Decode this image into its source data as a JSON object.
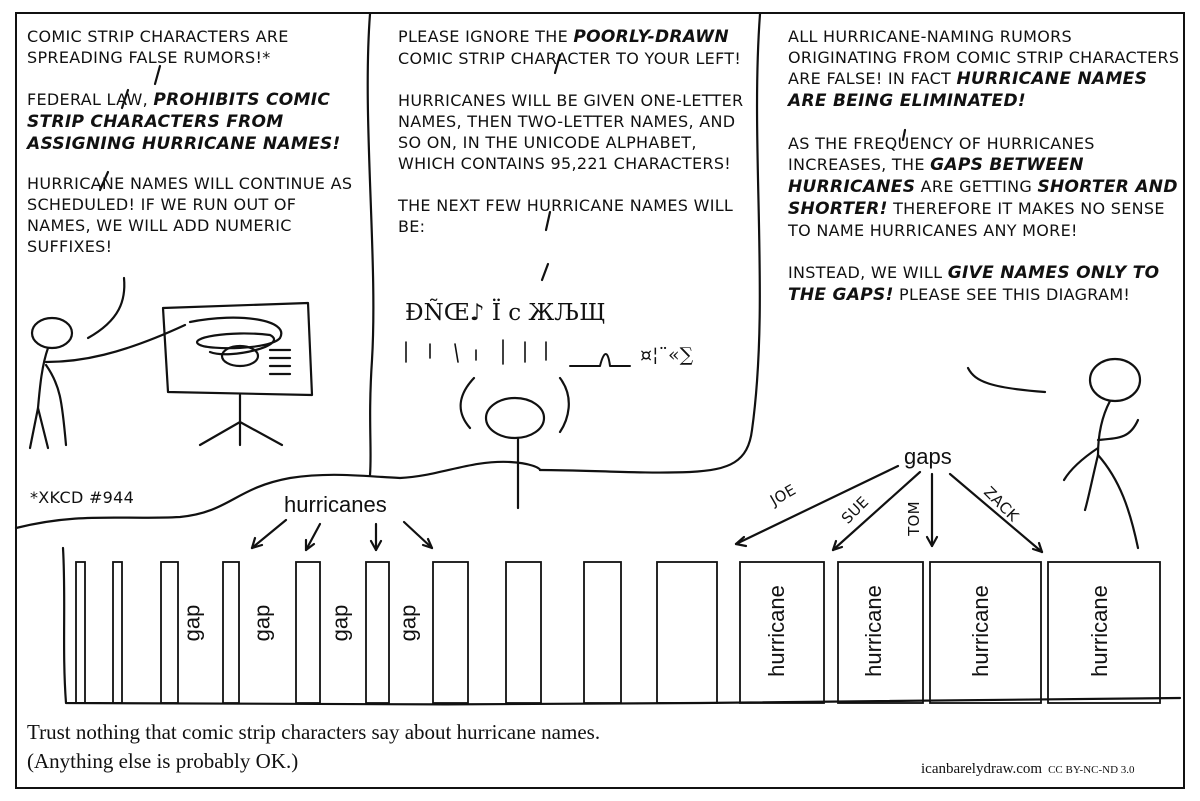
{
  "panel1": {
    "para1": "Comic strip characters are spreading false rumors!*",
    "para2_pre": "Federal law, ",
    "para2_bold": "prohibits comic strip characters from assigning hurricane names!",
    "para3": "Hurricane names will continue as scheduled! If we run out of names, we will add numeric suffixes!",
    "footnote": "*xkcd #944"
  },
  "panel2": {
    "para1_pre": "Please ignore the ",
    "para1_bold": "poorly-drawn",
    "para1_post": " comic strip character to your left!",
    "para2": "Hurricanes will be given one-letter names, then two-letter names, and so on, in the Unicode alphabet, which contains 95,221 characters!",
    "para3": "The next few hurricane names will be:",
    "names_line1": "ĐÑŒ♪  Ï  c  ЖЉЩ",
    "names_line2": "¤¦¨«∑"
  },
  "panel3": {
    "para1_pre": "All hurricane-naming rumors originating from comic strip characters are false! In fact ",
    "para1_bold": "hurricane names are being eliminated!",
    "para2_pre": "As the frequency of hurricanes increases, the ",
    "para2_bold": "gaps between hurricanes",
    "para2_mid": " are getting ",
    "para2_bold2": "shorter and shorter!",
    "para2_post": " Therefore it makes no sense to name hurricanes any more!",
    "para3_pre": "Instead, we will ",
    "para3_bold": "give names only to the gaps!",
    "para3_post": " Please see this diagram!"
  },
  "diagram": {
    "hurricanes_label": "hurricanes",
    "gaps_label": "gaps",
    "gap_label": "gap",
    "hurricane_label": "hurricane",
    "gap_names": [
      "JOE",
      "SUE",
      "TOM",
      "ZACK"
    ]
  },
  "caption": {
    "line1": "Trust nothing that comic strip characters say about hurricane names.",
    "line2": "(Anything else is probably OK.)"
  },
  "credit": {
    "site": "icanbarelydraw.com",
    "license": "CC BY-NC-ND 3.0"
  }
}
